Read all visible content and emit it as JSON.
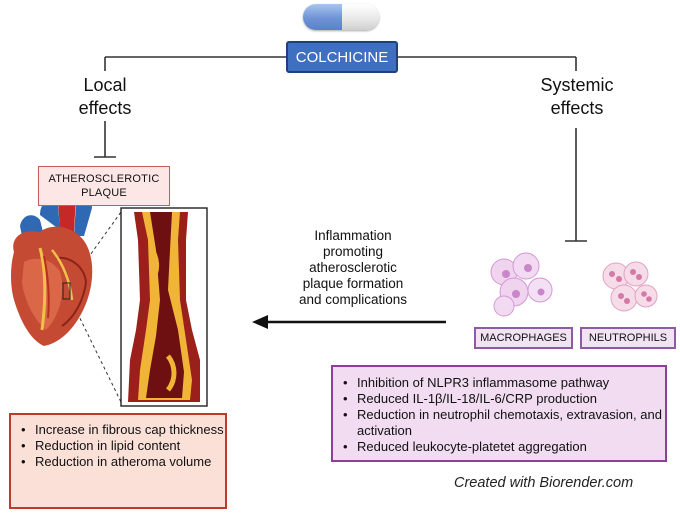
{
  "drug": {
    "label": "COLCHICINE"
  },
  "branches": {
    "local": {
      "line1": "Local",
      "line2": "effects"
    },
    "systemic": {
      "line1": "Systemic",
      "line2": "effects"
    }
  },
  "plaque_label": {
    "line1": "ATHEROSCLEROTIC",
    "line2": "PLAQUE"
  },
  "inflammation_text": {
    "lines": [
      "Inflammation",
      "promoting",
      "atherosclerotic",
      "plaque formation",
      "and complications"
    ]
  },
  "cells": {
    "macrophages": "MACROPHAGES",
    "neutrophils": "NEUTROPHILS"
  },
  "systemic_effects": [
    "Inhibition of NLPR3 inflammasome pathway",
    "Reduced IL-1β/IL-18/IL-6/CRP production",
    "Reduction in neutrophil chemotaxis, extravasion, and activation",
    "Reduced leukocyte-platetet aggregation"
  ],
  "local_effects": [
    "Increase in fibrous cap thickness",
    "Reduction in lipid content",
    "Reduction in atheroma volume"
  ],
  "credit": "Created with Biorender.com",
  "colors": {
    "drug_box": "#3f6fbf",
    "systemic_box_fill": "#f1dcf1",
    "systemic_box_border": "#8e3f99",
    "local_box_fill": "#fbe0d8",
    "local_box_border": "#c0392b",
    "plaque_box_fill": "#fde6e6"
  }
}
